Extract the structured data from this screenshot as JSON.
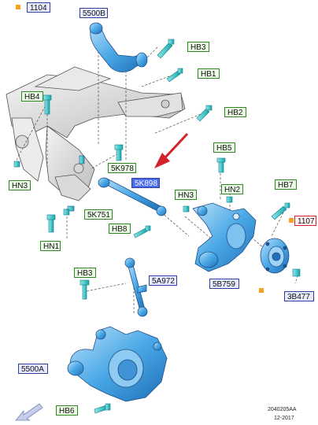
{
  "diagram": {
    "header_ref": "1104",
    "parts": {
      "upper_arm": "5500B",
      "toe_link": "5K898",
      "bracket": "5K978",
      "clip": "5K751",
      "knuckle_lower": "5B759",
      "stabilizer_link": "5A972",
      "knuckle_main": "5500A",
      "bearing": "1107",
      "cap": "3B477"
    },
    "hardware": {
      "hb3_top": "HB3",
      "hb1": "HB1",
      "hb4": "HB4",
      "hb2": "HB2",
      "hn3_left": "HN3",
      "hb5": "HB5",
      "hn3_mid": "HN3",
      "hn2": "HN2",
      "hb7": "HB7",
      "hb8": "HB8",
      "hn1": "HN1",
      "hb3_mid": "HB3",
      "hb6": "HB6"
    },
    "footer": {
      "code": "2040205AA",
      "date": "12-2017"
    },
    "colors": {
      "part_blue": "#3aa0e6",
      "fastener_teal": "#27c4c9",
      "callout_red": "#d2222a",
      "orange_marker": "#f4a51c"
    }
  }
}
